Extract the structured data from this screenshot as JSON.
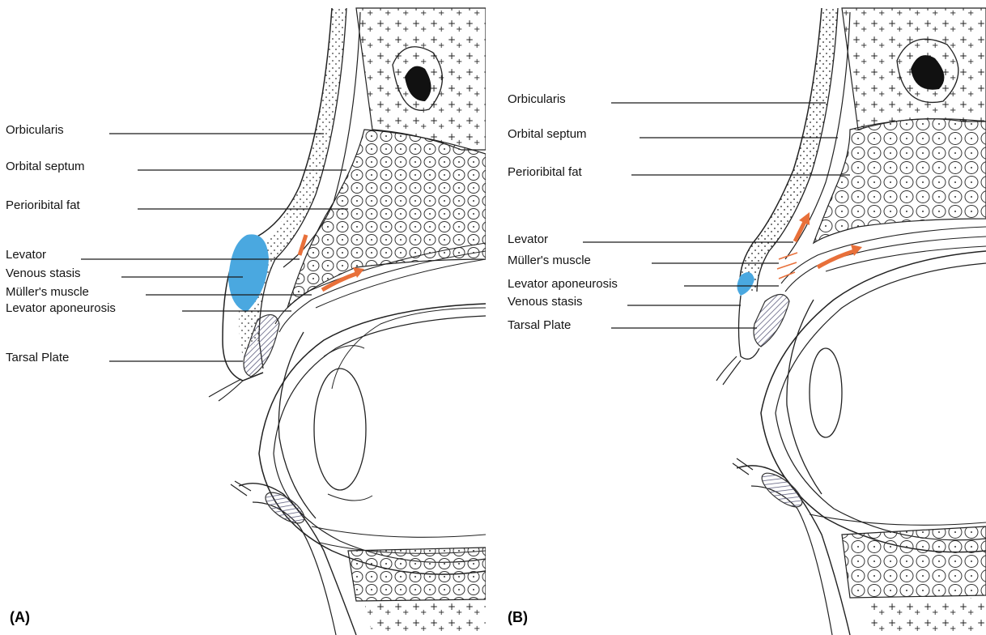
{
  "panels": [
    {
      "id": "A",
      "letter": "(A)",
      "labels": {
        "orbicularis": "Orbicularis",
        "orbital_septum": "Orbital septum",
        "periorbital_fat": "Perioribital fat",
        "levator": "Levator",
        "venous_stasis": "Venous stasis",
        "muller": "Müller's muscle",
        "levator_aponeurosis": "Levator aponeurosis",
        "tarsal_plate": "Tarsal Plate"
      }
    },
    {
      "id": "B",
      "letter": "(B)",
      "labels": {
        "orbicularis": "Orbicularis",
        "orbital_septum": "Orbital septum",
        "periorbital_fat": "Perioribital fat",
        "levator": "Levator",
        "muller": "Müller's  muscle",
        "levator_aponeurosis": "Levator aponeurosis",
        "venous_stasis": "Venous stasis",
        "tarsal_plate": "Tarsal Plate"
      }
    }
  ],
  "colors": {
    "venous_stasis": "#4aa8e0",
    "arrow": "#e8703a",
    "line": "#1a1a1a",
    "tarsal_hatch": "#555577"
  }
}
